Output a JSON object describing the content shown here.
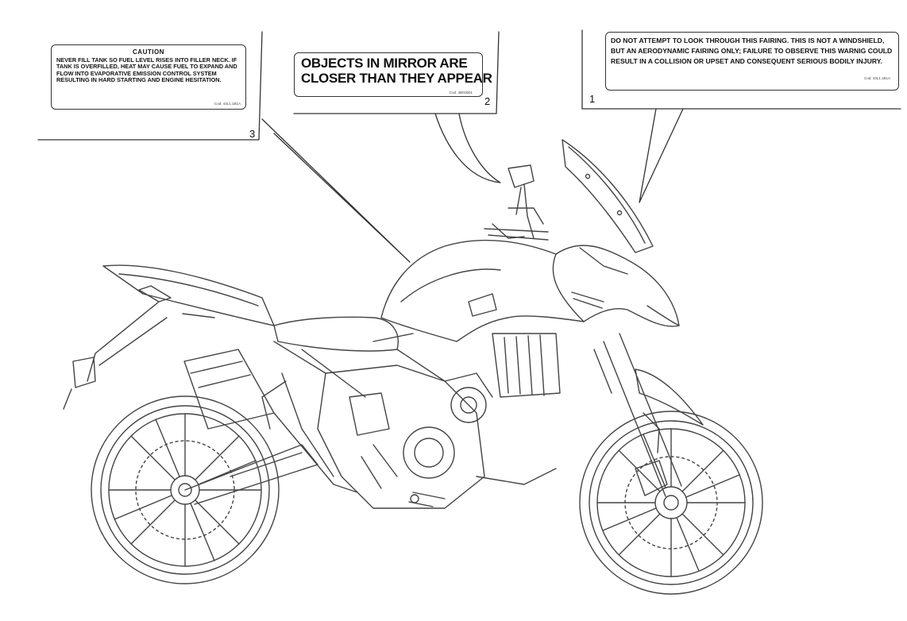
{
  "labels": [
    {
      "number": "1",
      "text": "DO NOT ATTEMPT TO LOOK THROUGH THIS FAIRING. THIS IS NOT A WINDSHIELD, BUT AN AERODYNAMIC FAIRING ONLY; FAILURE TO OBSERVE THIS WARNIG COULD RESULT IN A COLLISION OR UPSET AND CONSEQUENT SERIOUS BODILY INJURY.",
      "code": "Cod. 43L1.1B1A"
    },
    {
      "number": "2",
      "line1": "OBJECTS IN MIRROR ARE",
      "line2": "CLOSER THAN THEY APPEAR",
      "code": "Cod. 4B01B01"
    },
    {
      "number": "3",
      "title": "CAUTION",
      "text": "NEVER FILL TANK SO FUEL LEVEL RISES INTO FILLER NECK. IF TANK IS OVERFILLED, HEAT MAY CAUSE FUEL TO EXPAND AND FLOW INTO EVAPORATIVE EMISSION CONTROL SYSTEM RESULTING IN HARD STARTING AND ENGINE HESITATION.",
      "code": "Cod. 43L1.1B1A"
    }
  ],
  "colors": {
    "line": "#444444",
    "ink": "#111111",
    "background": "#ffffff"
  }
}
